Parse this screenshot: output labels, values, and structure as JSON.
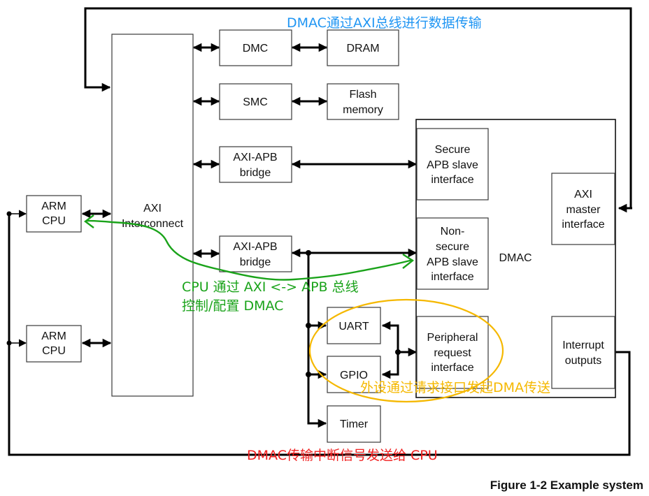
{
  "colors": {
    "annotation_blue": "#2196f3",
    "annotation_green": "#1aa31a",
    "annotation_orange": "#f5b800",
    "annotation_red": "#f02020",
    "wire": "#000000"
  },
  "blocks": {
    "cpu1": [
      "ARM",
      "CPU"
    ],
    "cpu2": [
      "ARM",
      "CPU"
    ],
    "axi_interconnect": [
      "AXI",
      "Interconnect"
    ],
    "dmc": [
      "DMC"
    ],
    "dram": [
      "DRAM"
    ],
    "smc": [
      "SMC"
    ],
    "flash": [
      "Flash",
      "memory"
    ],
    "bridge1": [
      "AXI-APB",
      "bridge"
    ],
    "bridge2": [
      "AXI-APB",
      "bridge"
    ],
    "dmac": [
      "DMAC"
    ],
    "secure_apb": [
      "Secure",
      "APB slave",
      "interface"
    ],
    "nonsecure_apb": [
      "Non-",
      "secure",
      "APB slave",
      "interface"
    ],
    "axi_master": [
      "AXI",
      "master",
      "interface"
    ],
    "peripheral_request": [
      "Peripheral",
      "request",
      "interface"
    ],
    "interrupt_outputs": [
      "Interrupt",
      "outputs"
    ],
    "uart": [
      "UART"
    ],
    "gpio": [
      "GPIO"
    ],
    "timer": [
      "Timer"
    ]
  },
  "annotations": {
    "axi_transfer": "DMAC通过AXI总线进行数据传输",
    "cpu_config_line1": "CPU 通过 AXI <-> APB 总线",
    "cpu_config_line2": "控制/配置 DMAC",
    "peripheral_request": "外设通过请求接口发起DMA传送",
    "interrupt": "DMAC传输中断信号发送给 CPU"
  },
  "caption": "Figure 1-2 Example system"
}
